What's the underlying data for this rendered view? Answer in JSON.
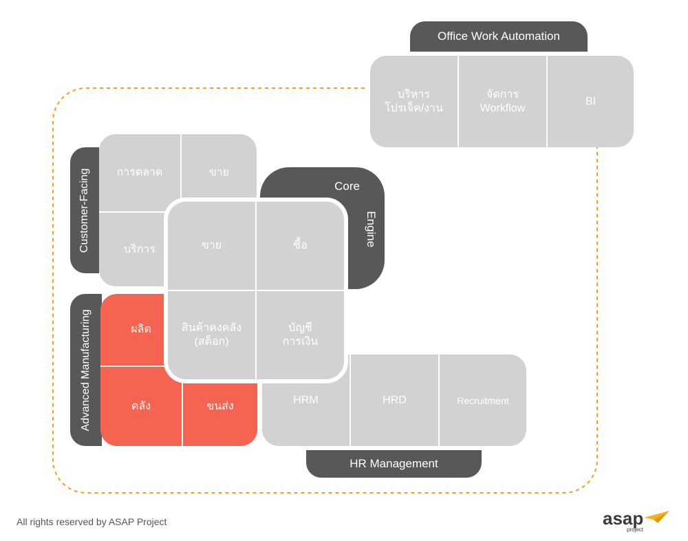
{
  "colors": {
    "tab_dark": "#585858",
    "block_grey": "#d2d2d2",
    "block_orange": "#f46450",
    "dashed_border": "#f0a020",
    "cell_text": "#ffffff",
    "logo_text": "#3a3a3a",
    "logo_plane": "#f5b21a"
  },
  "office": {
    "title": "Office Work Automation",
    "cells": [
      {
        "line1": "บริหาร",
        "line2": "โปรเจ็ค/งาน"
      },
      {
        "line1": "จัดการ",
        "line2": "Workflow"
      },
      {
        "line1": "BI",
        "line2": ""
      }
    ]
  },
  "customer": {
    "title": "Customer-Facing",
    "cells": [
      "การตลาด",
      "ขาย",
      "บริการ"
    ]
  },
  "core": {
    "title_line1": "Core",
    "title_line2": "Engine",
    "cells": [
      {
        "line1": "ขาย",
        "line2": ""
      },
      {
        "line1": "ซื้อ",
        "line2": ""
      },
      {
        "line1": "สินค้าคงคลัง",
        "line2": "(สต็อก)"
      },
      {
        "line1": "บัญชี",
        "line2": "การเงิน"
      }
    ]
  },
  "manufacturing": {
    "title": "Advanced Manufacturing",
    "cells": [
      "ผลิต",
      "คลัง",
      "ขนส่ง"
    ]
  },
  "hr": {
    "title": "HR Management",
    "cells": [
      "HRM",
      "HRD",
      "Recruitment"
    ]
  },
  "footer": {
    "copyright": "All rights reserved by ASAP Project",
    "logo_name": "asap",
    "logo_sub": "project",
    "logo_icon": "paper-plane-icon"
  }
}
